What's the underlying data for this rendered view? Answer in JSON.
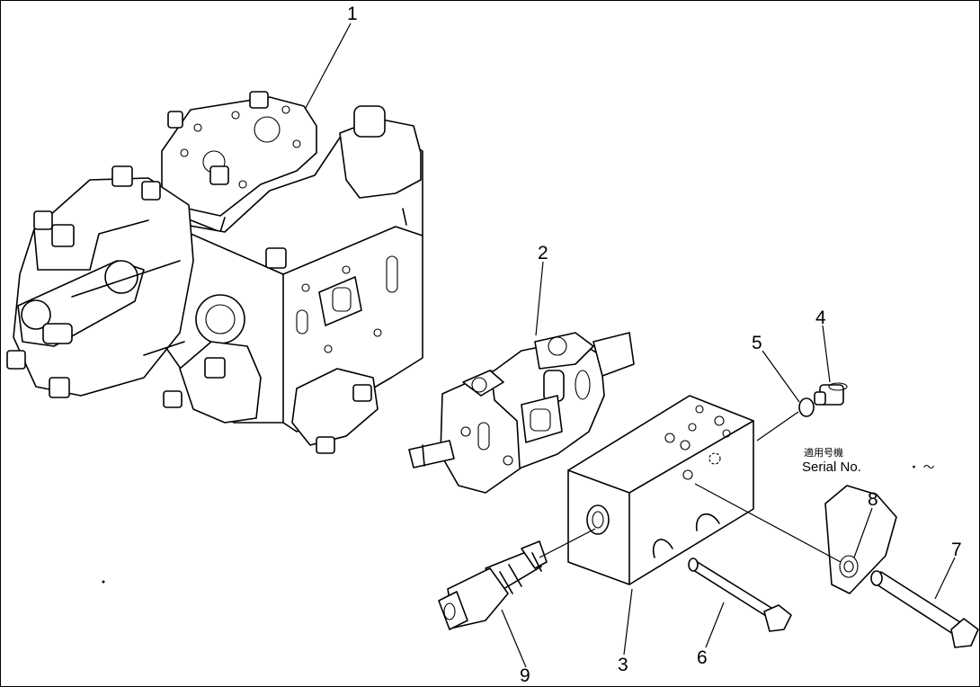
{
  "callouts": [
    {
      "id": "1",
      "label": "1"
    },
    {
      "id": "2",
      "label": "2"
    },
    {
      "id": "3",
      "label": "3"
    },
    {
      "id": "4",
      "label": "4"
    },
    {
      "id": "5",
      "label": "5"
    },
    {
      "id": "6",
      "label": "6"
    },
    {
      "id": "7",
      "label": "7"
    },
    {
      "id": "8",
      "label": "8"
    },
    {
      "id": "9",
      "label": "9"
    }
  ],
  "serial_note": {
    "japanese": "適用号機",
    "english": "Serial No.",
    "marks": "・ ～"
  }
}
